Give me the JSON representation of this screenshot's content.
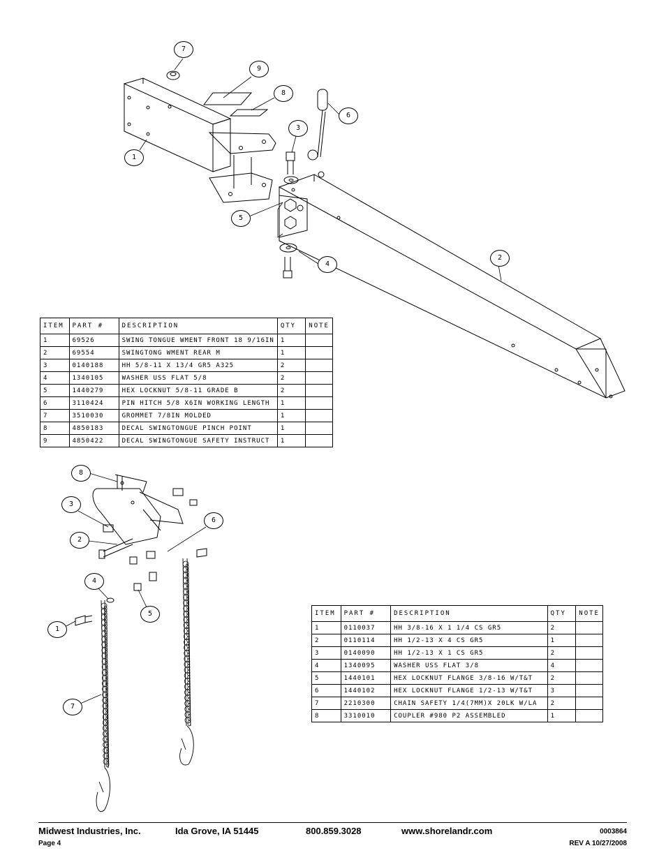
{
  "callouts_top": [
    "7",
    "9",
    "8",
    "3",
    "6",
    "1",
    "5",
    "2",
    "4"
  ],
  "table1": {
    "headers": [
      "ITEM",
      "PART #",
      "DESCRIPTION",
      "QTY",
      "NOTE"
    ],
    "rows": [
      [
        "1",
        "69526",
        "SWING TONGUE WMENT FRONT 18 9/16IN",
        "1",
        ""
      ],
      [
        "2",
        "69554",
        "SWINGTONG WMENT REAR M",
        "1",
        ""
      ],
      [
        "3",
        "0140188",
        "HH 5/8-11 X 13/4  GR5 A325",
        "2",
        ""
      ],
      [
        "4",
        "1340105",
        "WASHER USS FLAT 5/8",
        "2",
        ""
      ],
      [
        "5",
        "1440279",
        "HEX LOCKNUT 5/8-11 GRADE B",
        "2",
        ""
      ],
      [
        "6",
        "3110424",
        "PIN HITCH 5/8 X6IN WORKING LENGTH",
        "1",
        ""
      ],
      [
        "7",
        "3510030",
        "GROMMET  7/8IN MOLDED",
        "1",
        ""
      ],
      [
        "8",
        "4850183",
        "DECAL SWINGTONGUE PINCH POINT",
        "1",
        ""
      ],
      [
        "9",
        "4850422",
        "DECAL SWINGTONGUE SAFETY INSTRUCT",
        "1",
        ""
      ]
    ]
  },
  "callouts_bottom": [
    "8",
    "3",
    "6",
    "2",
    "4",
    "5",
    "1",
    "7"
  ],
  "table2": {
    "headers": [
      "ITEM",
      "PART #",
      "DESCRIPTION",
      "QTY",
      "NOTE"
    ],
    "rows": [
      [
        "1",
        "0110037",
        "HH 3/8-16 X 1 1/4 CS GR5",
        "2",
        ""
      ],
      [
        "2",
        "0110114",
        "HH 1/2-13 X 4 CS GR5",
        "1",
        ""
      ],
      [
        "3",
        "0140090",
        "HH 1/2-13 X 1 CS GR5",
        "2",
        ""
      ],
      [
        "4",
        "1340095",
        "WASHER USS FLAT 3/8",
        "4",
        ""
      ],
      [
        "5",
        "1440101",
        "HEX LOCKNUT FLANGE 3/8-16 W/T&T",
        "2",
        ""
      ],
      [
        "6",
        "1440102",
        "HEX LOCKNUT FLANGE 1/2-13 W/T&T",
        "3",
        ""
      ],
      [
        "7",
        "2210300",
        "CHAIN SAFETY 1/4(7MM)X 20LK W/LA",
        "2",
        ""
      ],
      [
        "8",
        "3310010",
        "COUPLER #980 P2 ASSEMBLED",
        "1",
        ""
      ]
    ]
  },
  "footer": {
    "company": "Midwest Industries, Inc.",
    "address": "Ida Grove, IA  51445",
    "phone": "800.859.3028",
    "website": "www.shorelandr.com",
    "doc_number": "0003864",
    "page": "Page 4",
    "revision": "REV A  10/27/2008"
  }
}
